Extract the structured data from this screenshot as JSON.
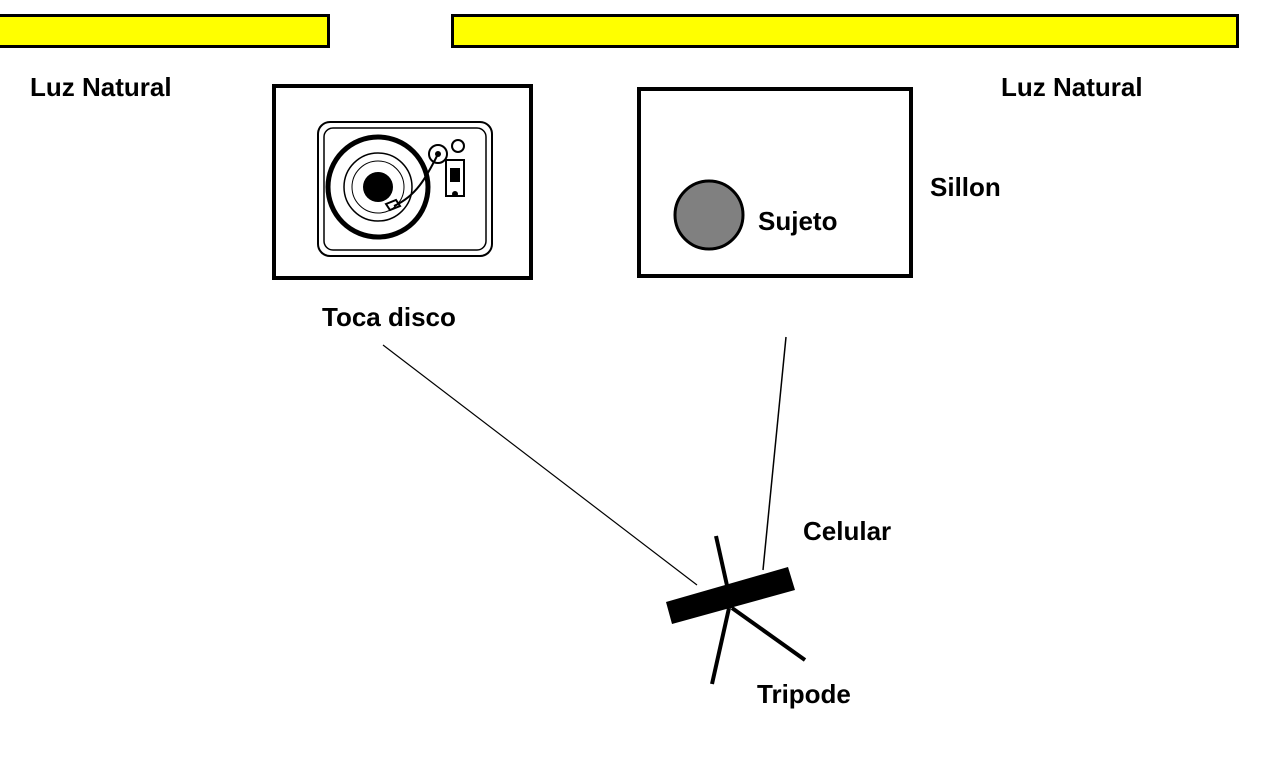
{
  "labels": {
    "light_left": "Luz Natural",
    "light_right": "Luz Natural",
    "turntable": "Toca disco",
    "subject": "Sujeto",
    "sofa": "Sillon",
    "phone": "Celular",
    "tripod": "Tripode"
  },
  "colors": {
    "window": "#ffff00",
    "subject_fill": "#808080",
    "stroke": "#000000"
  },
  "icons": [
    "turntable-icon",
    "subject-circle",
    "phone-on-tripod"
  ]
}
